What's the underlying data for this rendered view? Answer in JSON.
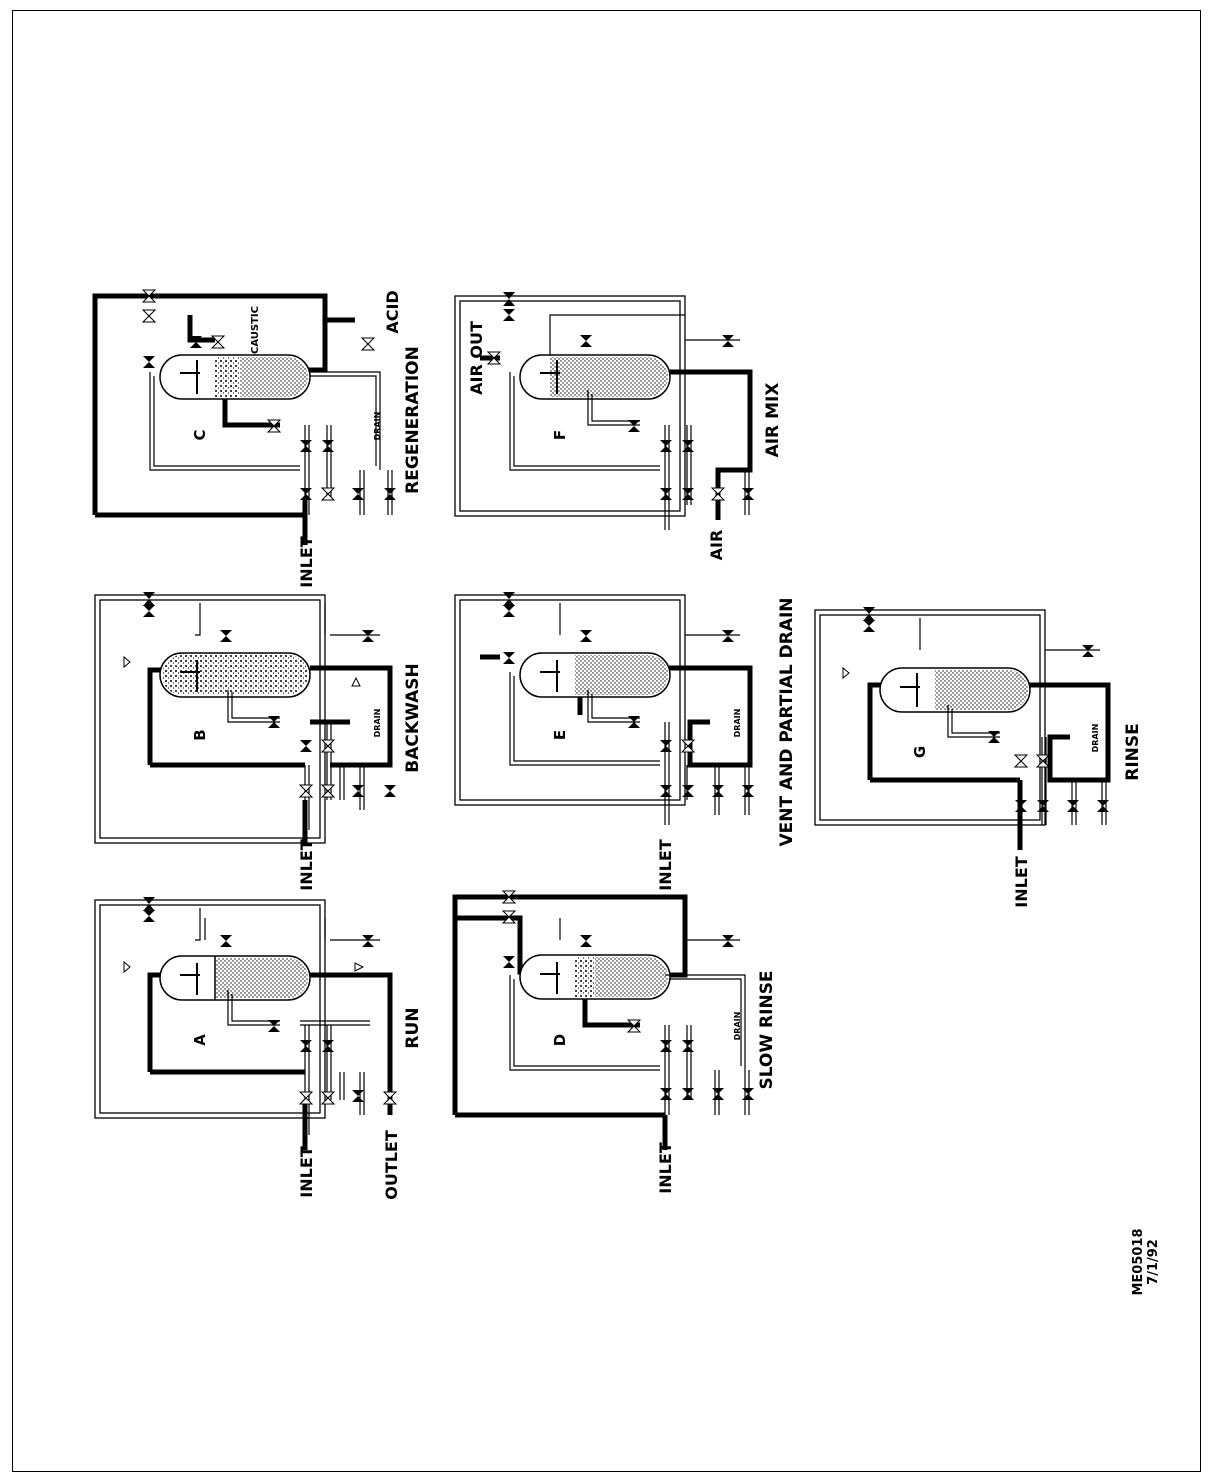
{
  "document": {
    "drawing_number": "ME05018",
    "date": "7/1/92"
  },
  "panels": {
    "A": {
      "letter": "A",
      "caption": "RUN"
    },
    "B": {
      "letter": "B",
      "caption": "BACKWASH"
    },
    "C": {
      "letter": "C",
      "caption": "REGENERATION"
    },
    "D": {
      "letter": "D",
      "caption": "SLOW RINSE"
    },
    "E": {
      "letter": "E",
      "caption": "VENT AND PARTIAL DRAIN"
    },
    "F": {
      "letter": "F",
      "caption": "AIR MIX"
    },
    "G": {
      "letter": "G",
      "caption": "RINSE"
    }
  },
  "labels": {
    "inlet": "INLET",
    "outlet": "OUTLET",
    "drain": "DRAIN",
    "caustic": "CAUSTIC",
    "acid": "ACID",
    "air": "AIR",
    "air_out": "AIR OUT"
  }
}
